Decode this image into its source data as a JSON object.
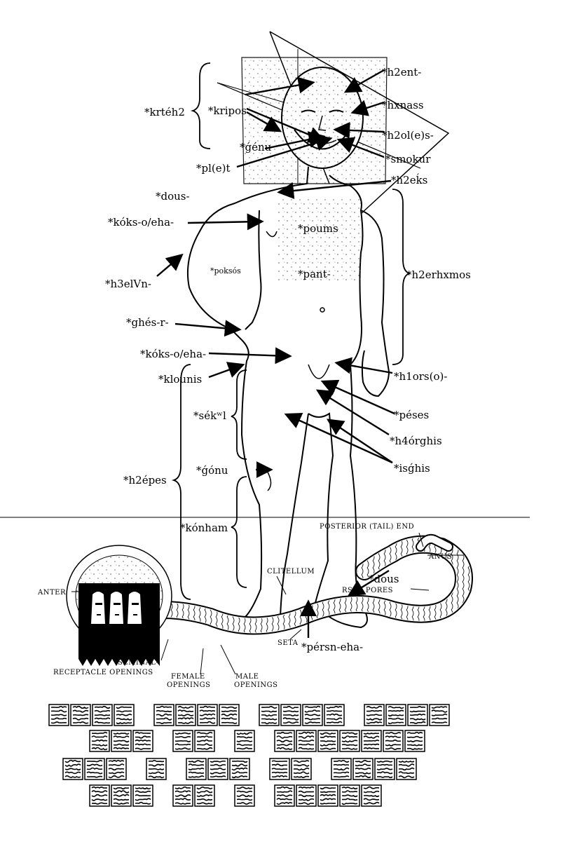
{
  "labels": {
    "krteh2": "*krtéh2",
    "kripos": "*kripos",
    "genu": "*ǵénu",
    "plet": "*pl(e)t",
    "dous_top": "*dous-",
    "koks1": "*kóks-o/eha-",
    "h3elVn": "*h3elVn-",
    "pokseis": "*poksós",
    "ghesr": "*ghés-r-",
    "koks2": "*kóks-o/eha-",
    "klounis": "*klounis",
    "sekwl": "*sékʷl",
    "h2epes": "*h2épes",
    "gonu": "*ǵónu",
    "konham": "*kónham",
    "h2ent": "*h2ent-",
    "hxnass": "*hxnass",
    "h2ol": "*h2ol(e)s-",
    "smokur": "*smokur",
    "h2eks": "*h2eḱs",
    "poums": "*poums",
    "pant": "*pant-",
    "h2erhxmos": "*h2erhxmos",
    "h1ors": "*h1ors(o)-",
    "peses": "*péses",
    "h4orghis": "*h4órghis",
    "isghis": "*isǵhis",
    "dous_bottom": "*dous",
    "persneha": "*pérsn-eha-"
  },
  "worm_labels": {
    "posterior": "POSTERIOR (TAIL) END",
    "anus": "ANUS",
    "clitellum": "CLITELLUM",
    "anterior": "ANTER",
    "dorsal": "RSAL PORES",
    "setae": "SETA",
    "seminal": "SEMINAL- RECEPTACLE OPENINGS",
    "seminal_1": "SEMINAL-",
    "seminal_2": "RECEPTACLE OPENINGS",
    "female_1": "FEMALE",
    "female_2": "OPENINGS",
    "male_1": "MALE",
    "male_2": "OPENINGS"
  },
  "glyph_rows": [
    [
      4,
      4,
      4,
      4
    ],
    [
      3,
      2,
      1,
      7
    ],
    [
      3,
      1,
      3,
      2,
      4
    ],
    [
      3,
      2,
      1,
      5
    ]
  ]
}
